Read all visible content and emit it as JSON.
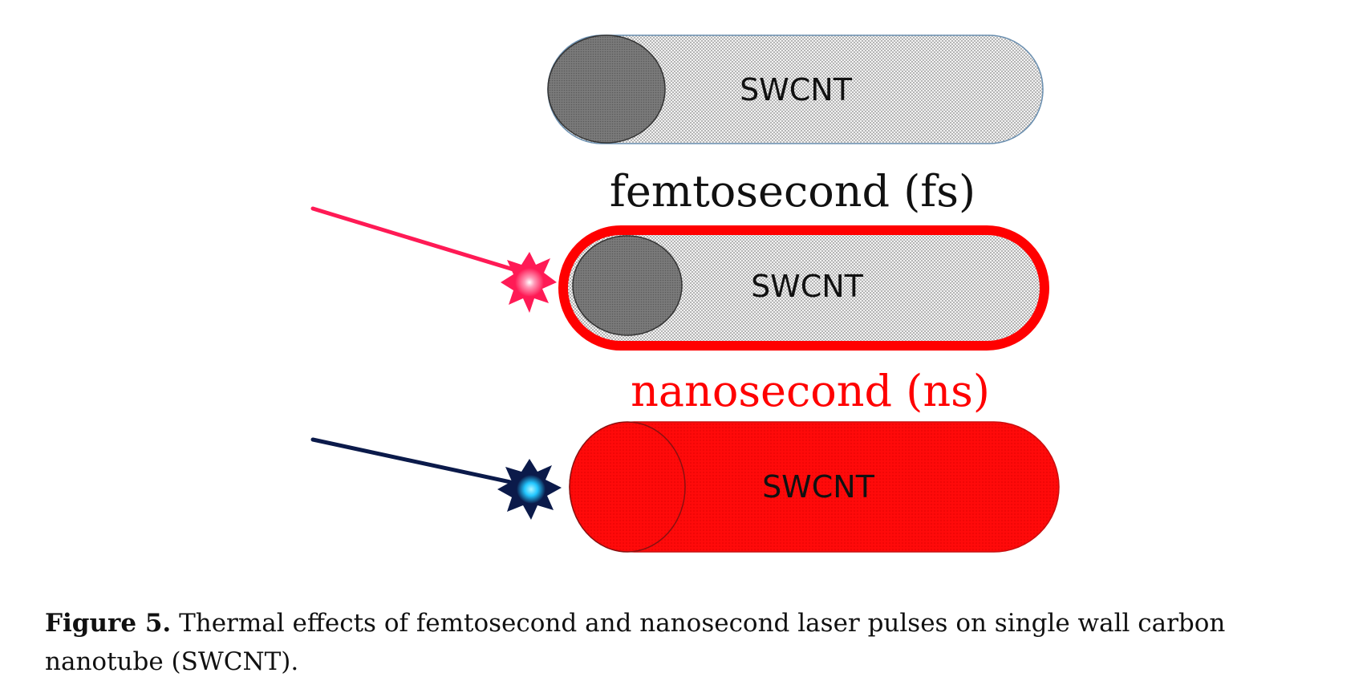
{
  "figure": {
    "panels": [
      {
        "id": "pristine",
        "tube_label": "SWCNT"
      },
      {
        "id": "fs",
        "title": "femtosecond (fs)",
        "tube_label": "SWCNT"
      },
      {
        "id": "ns",
        "title": "nanosecond (ns)",
        "tube_label": "SWCNT"
      }
    ],
    "colors": {
      "heat": "#ff0000",
      "tube_cap": "#808080",
      "fs_laser": "#ff1a55",
      "ns_laser": "#0b1a4a",
      "ns_spark_core": "#22c7ff"
    }
  },
  "caption": {
    "label": "Figure 5.",
    "text": " Thermal effects of femtosecond and nanosecond laser pulses on single wall carbon nanotube (SWCNT)."
  }
}
